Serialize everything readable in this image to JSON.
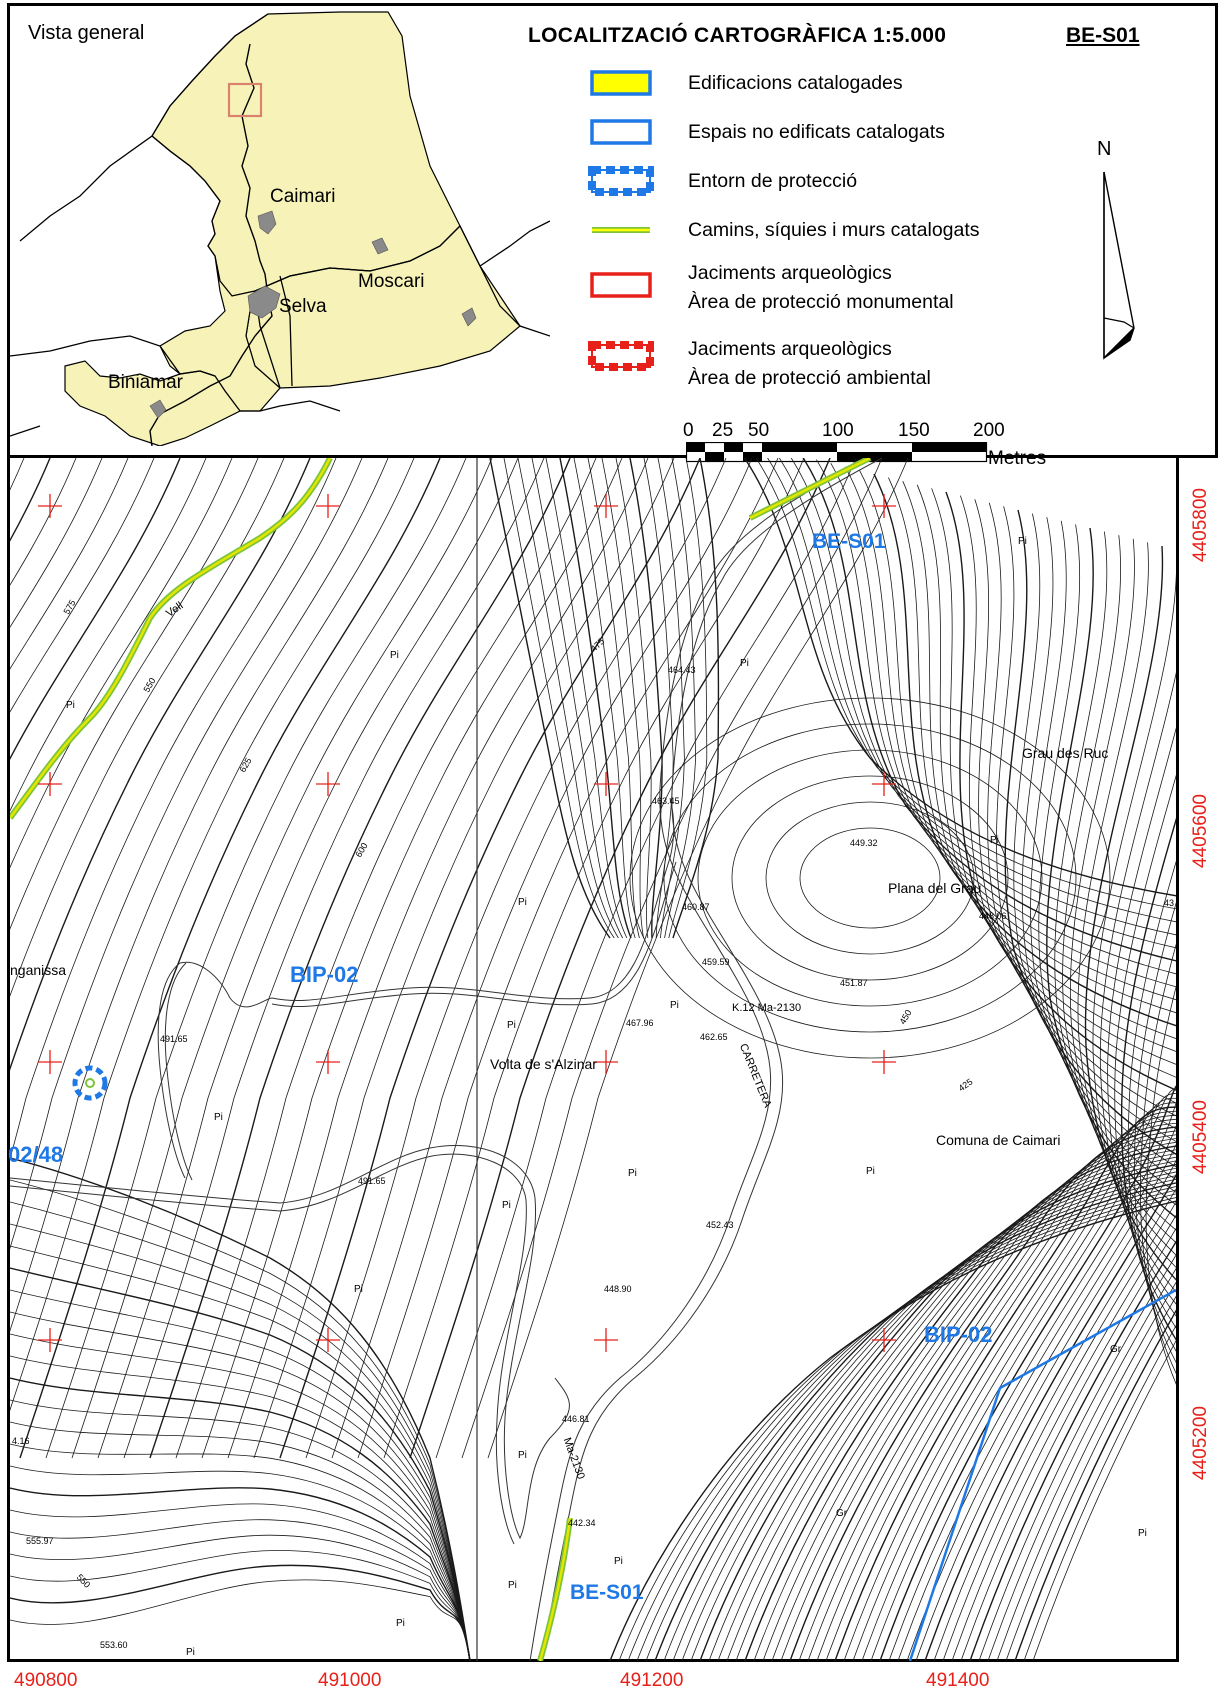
{
  "header": {
    "overview_title": "Vista general",
    "map_title": "LOCALITZACIÓ CARTOGRÀFICA 1:5.000",
    "sheet_code": "BE-S01"
  },
  "overview": {
    "towns": [
      "Caimari",
      "Moscari",
      "Selva",
      "Biniamar"
    ],
    "fill_color": "#f7f3b8",
    "urban_color": "#8a8a8a",
    "locator_color": "#d9826e"
  },
  "legend": {
    "items": [
      {
        "label": "Edificacions catalogades",
        "symbol": "yellow-fill-blue-border"
      },
      {
        "label": "Espais no edificats catalogats",
        "symbol": "blue-border"
      },
      {
        "label": "Entorn de protecció",
        "symbol": "blue-dashed-border"
      },
      {
        "label": "Camins, síquies i murs catalogats",
        "symbol": "yellow-green-line"
      },
      {
        "label": "Jaciments arqueològics",
        "label2": "Àrea de protecció monumental",
        "symbol": "red-border"
      },
      {
        "label": "Jaciments arqueològics",
        "label2": "Àrea de protecció ambiental",
        "symbol": "red-dashed-border"
      }
    ],
    "north_label": "N",
    "scale_ticks": [
      "0",
      "25",
      "50",
      "100",
      "150",
      "200"
    ],
    "scale_unit": "Metres"
  },
  "map": {
    "x_ticks": [
      "490800",
      "491000",
      "491200",
      "491400"
    ],
    "y_ticks": [
      "4405800",
      "4405600",
      "4405400",
      "4405200"
    ],
    "zone_labels": [
      "BE-S01",
      "BIP-02",
      "BIP-02",
      "BE-S01",
      "02/48"
    ],
    "place_names": [
      "Grau des Ruc",
      "Plana del Grau",
      "Volta de s'Alzinar",
      "Comuna de Caimari",
      "nganissa"
    ],
    "road_labels": [
      "K.12 Ma-2130",
      "CARRETERA",
      "Ma-2130",
      "Vell"
    ],
    "elevations": [
      "464.43",
      "463.45",
      "460.87",
      "459.59",
      "449.32",
      "448.06",
      "451.87",
      "462.65",
      "467.96",
      "491.65",
      "491.65",
      "452.43",
      "448.90",
      "446.81",
      "442.34",
      "555.97",
      "553.60",
      "4.16",
      "43"
    ],
    "contour_labels": [
      "575",
      "550",
      "625",
      "600",
      "475",
      "450",
      "425",
      "550"
    ],
    "veg_codes": [
      "Pi",
      "Gr"
    ],
    "zone_color": "#1e78e6",
    "grid_color": "#e8201a",
    "catalog_path_color": "#e4e600"
  }
}
